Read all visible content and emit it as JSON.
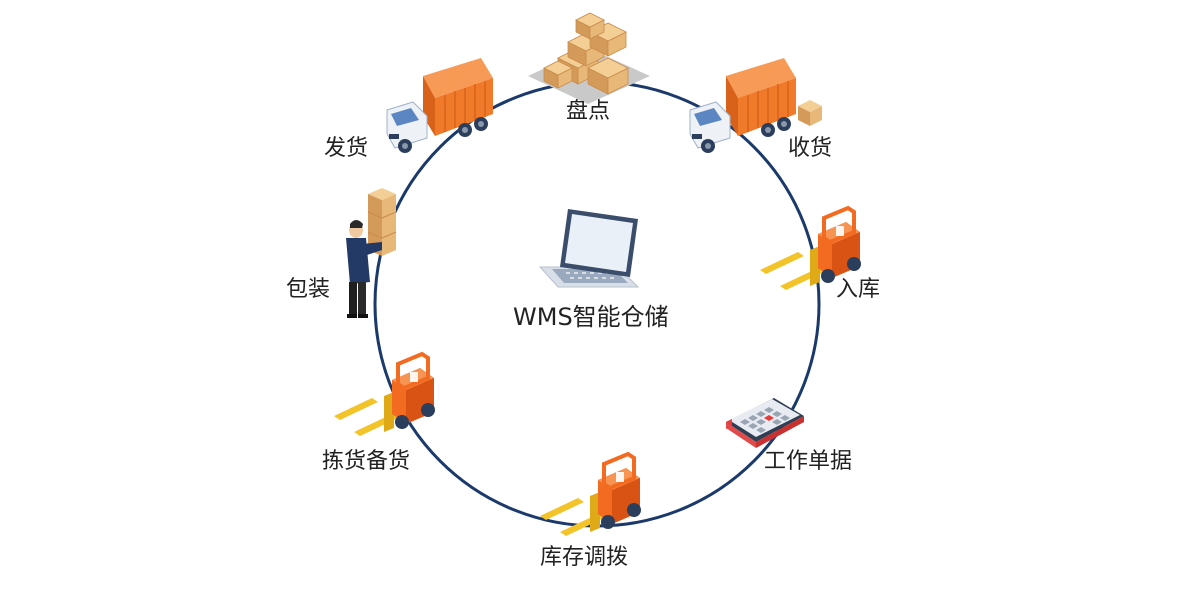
{
  "center": {
    "title": "WMS智能仓储",
    "icon": "laptop-icon"
  },
  "stations": [
    {
      "id": "inventory",
      "label": "盘点",
      "icon": "boxes-pile-icon"
    },
    {
      "id": "receiving",
      "label": "收货",
      "icon": "truck-with-box-icon"
    },
    {
      "id": "putaway",
      "label": "入库",
      "icon": "forklift-icon"
    },
    {
      "id": "work-orders",
      "label": "工作单据",
      "icon": "calendar-ticket-icon"
    },
    {
      "id": "transfer",
      "label": "库存调拨",
      "icon": "forklift-icon"
    },
    {
      "id": "picking",
      "label": "拣货备货",
      "icon": "forklift-icon"
    },
    {
      "id": "packing",
      "label": "包装",
      "icon": "worker-carrying-boxes-icon"
    },
    {
      "id": "shipping",
      "label": "发货",
      "icon": "truck-icon"
    }
  ],
  "colors": {
    "ring": "#1b3a6b",
    "truck_orange": "#f07a2a",
    "forklift_orange": "#f26b21",
    "fork_yellow": "#f3c32a",
    "box_tan": "#e7b877",
    "text": "#222222"
  }
}
